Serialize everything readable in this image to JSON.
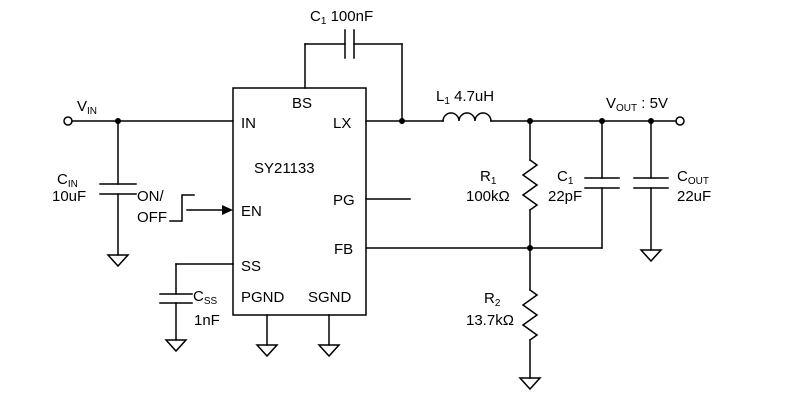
{
  "ic": {
    "part_number": "SY21133",
    "pins": {
      "in": "IN",
      "bs": "BS",
      "lx": "LX",
      "en": "EN",
      "pg": "PG",
      "fb": "FB",
      "ss": "SS",
      "pgnd": "PGND",
      "sgnd": "SGND"
    }
  },
  "nets": {
    "vin": {
      "main": "V",
      "sub": "IN"
    },
    "vout": {
      "main": "V",
      "sub": "OUT",
      "suffix": " : 5V"
    },
    "onoff_line1": "ON/",
    "onoff_line2": "OFF"
  },
  "components": {
    "c_bs": {
      "main": "C",
      "sub": "1",
      "value": " 100nF"
    },
    "l1": {
      "main": "L",
      "sub": "1",
      "value": " 4.7uH"
    },
    "cin": {
      "main": "C",
      "sub": "IN",
      "value": "10uF"
    },
    "r1": {
      "main": "R",
      "sub": "1",
      "value": "100kΩ"
    },
    "c_ff": {
      "main": "C",
      "sub": "1",
      "value": "22pF"
    },
    "cout": {
      "main": "C",
      "sub": "OUT",
      "value": "22uF"
    },
    "css": {
      "main": "C",
      "sub": "SS",
      "value": "1nF"
    },
    "r2": {
      "main": "R",
      "sub": "2",
      "value": "13.7kΩ"
    }
  }
}
